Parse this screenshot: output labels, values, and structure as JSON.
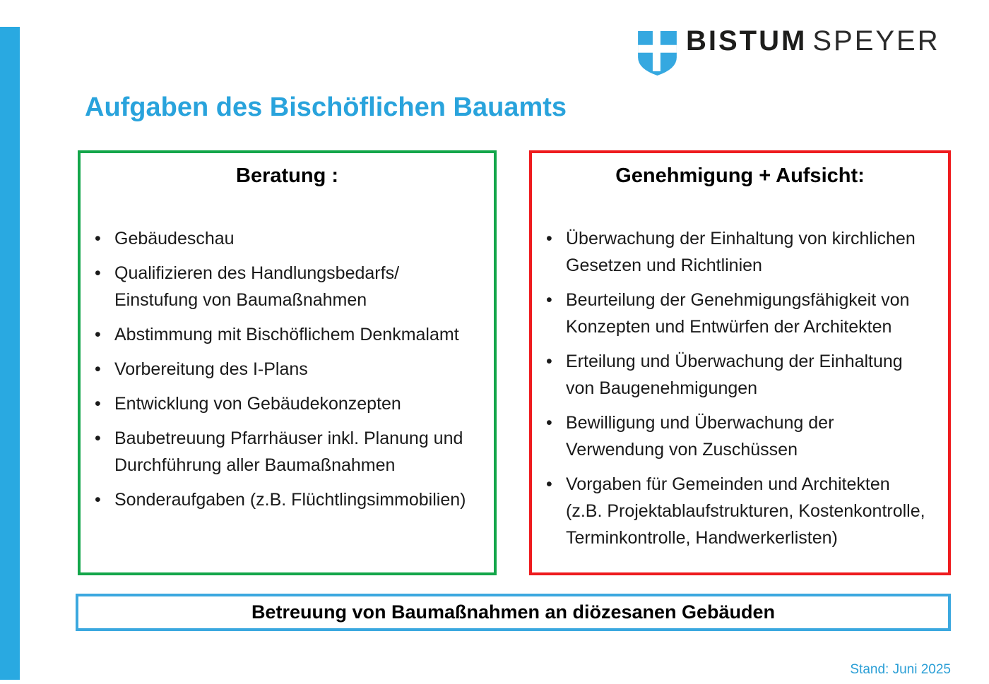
{
  "page": {
    "title": "Aufgaben des Bischöflichen Bauamts",
    "footer_status": "Stand: Juni 2025"
  },
  "logo": {
    "brand_primary": "BISTUM",
    "brand_secondary": "SPEYER",
    "shield_icon": "shield-with-cross"
  },
  "colors": {
    "accent_blue": "#29A9E1",
    "title_blue": "#29A3DC",
    "green_border": "#13A64A",
    "red_border": "#EE1B1E",
    "banner_border_blue": "#3BA8DF",
    "text_black": "#1A1A1A"
  },
  "boxes": {
    "beratung": {
      "title": "Beratung :",
      "items": [
        "Gebäudeschau",
        "Qualifizieren des Handlungsbedarfs/\nEinstufung von Baumaßnahmen",
        "Abstimmung mit Bischöflichem Denkmalamt",
        "Vorbereitung des I-Plans",
        "Entwicklung von Gebäudekonzepten",
        "Baubetreuung Pfarrhäuser inkl. Planung und\nDurchführung aller Baumaßnahmen",
        "Sonderaufgaben (z.B. Flüchtlingsimmobilien)"
      ]
    },
    "genehmigung": {
      "title": "Genehmigung + Aufsicht:",
      "items": [
        "Überwachung der Einhaltung von kirchlichen\nGesetzen und Richtlinien",
        "Beurteilung der Genehmigungsfähigkeit von\nKonzepten und Entwürfen der Architekten",
        "Erteilung und Überwachung der Einhaltung\nvon Baugenehmigungen",
        "Bewilligung und Überwachung der\nVerwendung von Zuschüssen",
        "Vorgaben für Gemeinden und Architekten\n(z.B. Projektablaufstrukturen, Kostenkontrolle,\nTerminkontrolle, Handwerkerlisten)"
      ]
    }
  },
  "banner": {
    "text": "Betreuung von Baumaßnahmen an diözesanen Gebäuden"
  }
}
